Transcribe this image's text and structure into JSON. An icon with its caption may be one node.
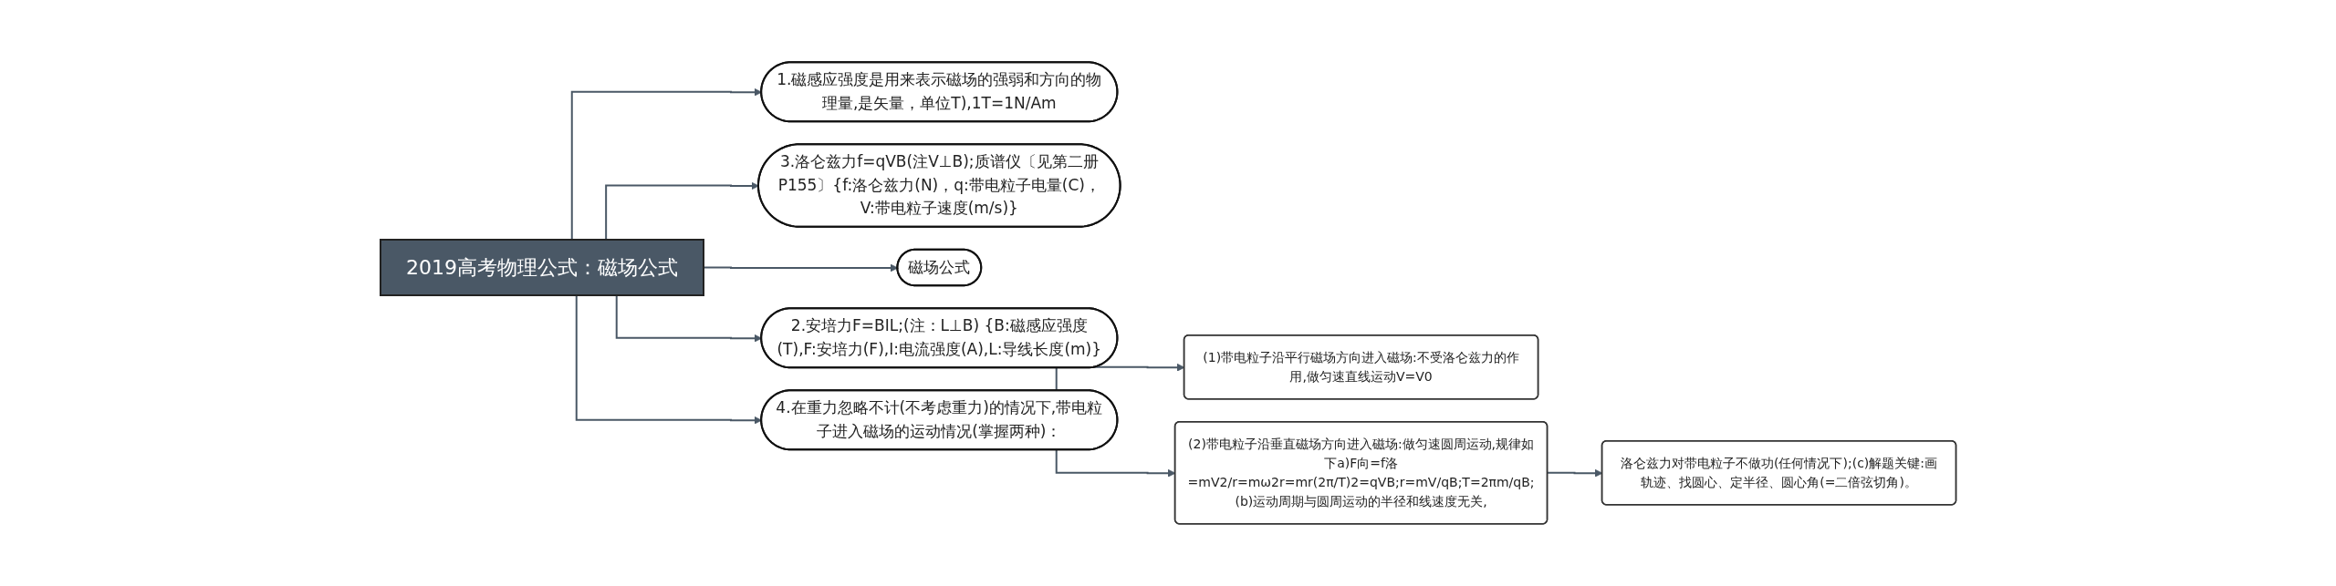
{
  "diagram": {
    "nodes": [
      {
        "text": [
          "2019高考物理公式：磁场公式"
        ]
      },
      {
        "text": [
          "1.磁感应强度是用来表示磁场的强弱和方向的物理量,是矢量，单位T),1T=1N/Am"
        ]
      },
      {
        "text": [
          "3.洛仑兹力f=qVB(注V⊥B);质谱仪〔见第二册P155〕{f:洛仑兹力(N)，q:带电粒子电量(C)，V:带电粒子速度(m/s)}"
        ]
      },
      {
        "text": [
          "磁场公式"
        ]
      },
      {
        "text": [
          "2.安培力F=BIL;(注：L⊥B) {B:磁感应强度(T),F:安培力(F),I:电流强度(A),L:导线长度(m)}"
        ]
      },
      {
        "text": [
          "4.在重力忽略不计(不考虑重力)的情况下,带电粒子进入磁场的运动情况(掌握两种)："
        ]
      },
      {
        "text": [
          "(1)带电粒子沿平行磁场方向进入磁场:不受洛仑兹力的作用,做匀速直线运动V=V0"
        ]
      },
      {
        "text": [
          "(2)带电粒子沿垂直磁场方向进入磁场:做匀速圆周运动,规律如下a)F向=f洛=mV2/r=mω2r=mr(2π/T)2=qVB;r=mV/qB;T=2πm/qB;(b)运动周期与圆周运动的半径和线速度无关,"
        ]
      },
      {
        "text": [
          "洛仑兹力对带电粒子不做功(任何情况下);(c)解题关键:画轨迹、找圆心、定半径、圆心角(=二倍弦切角)。"
        ]
      }
    ],
    "edges": [
      {
        "from": 0,
        "to": 1,
        "arrow": "to"
      },
      {
        "from": 0,
        "to": 2,
        "arrow": "to"
      },
      {
        "from": 0,
        "to": 3,
        "arrow": "to"
      },
      {
        "from": 0,
        "to": 4,
        "arrow": "to"
      },
      {
        "from": 0,
        "to": 5,
        "arrow": "to"
      },
      {
        "from": 5,
        "to": 6,
        "arrow": "to"
      },
      {
        "from": 5,
        "to": 7,
        "arrow": "to"
      },
      {
        "from": 7,
        "to": 8,
        "arrow": "to"
      }
    ]
  }
}
